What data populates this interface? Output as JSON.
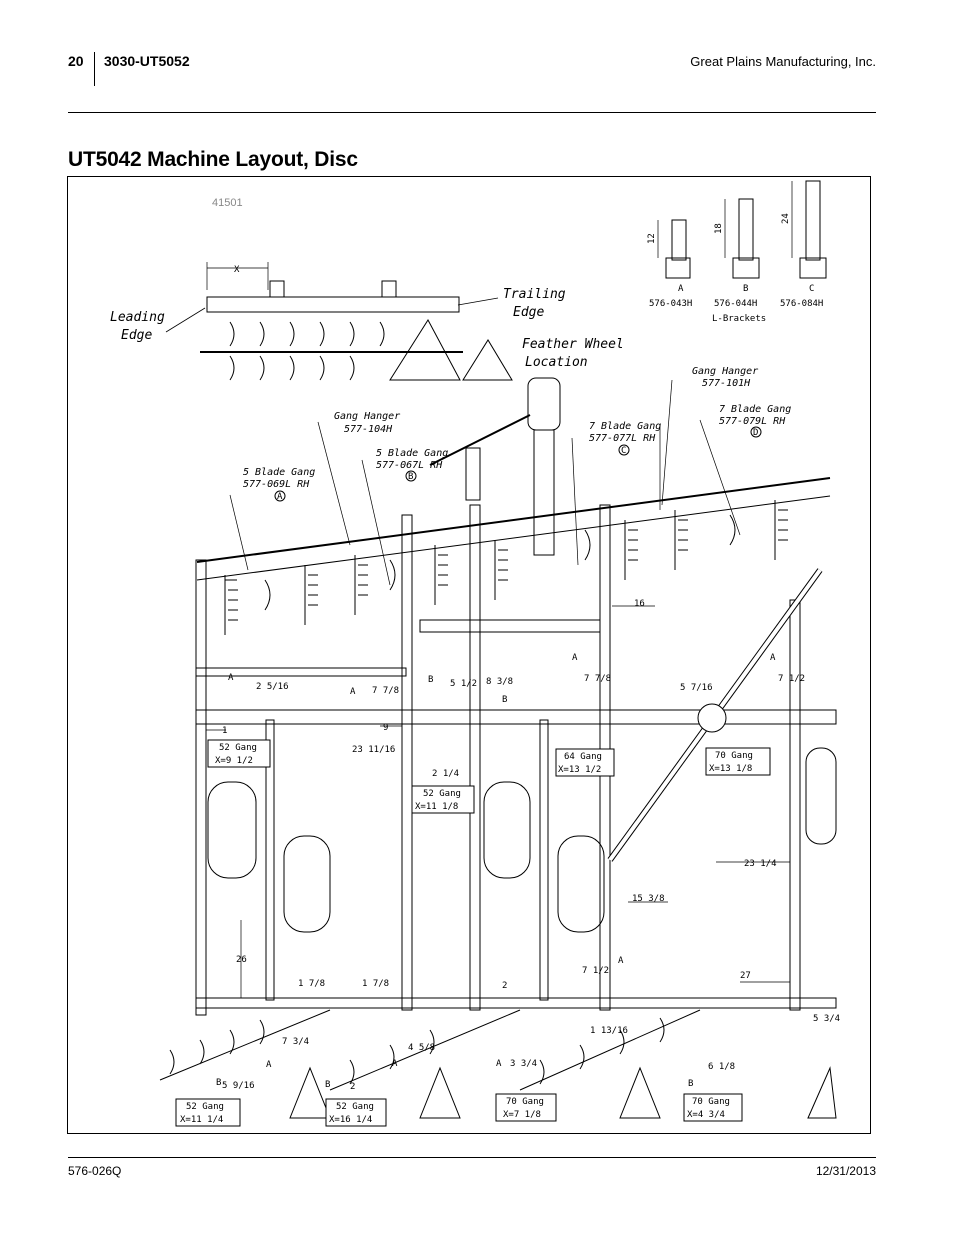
{
  "header": {
    "page_number": "20",
    "doc_id": "3030-UT5052",
    "company": "Great Plains Manufacturing, Inc."
  },
  "title": "UT5042 Machine Layout, Disc",
  "figure": {
    "figure_number": "41501",
    "brackets": [
      {
        "letter": "A",
        "part": "576-043H",
        "dim": "12"
      },
      {
        "letter": "B",
        "part": "576-044H",
        "dim": "18"
      },
      {
        "letter": "C",
        "part": "576-084H",
        "dim": "24"
      }
    ],
    "brackets_caption": "L-Brackets",
    "leading_edge": [
      "Leading",
      "Edge"
    ],
    "trailing_edge": [
      "Trailing",
      "Edge"
    ],
    "feather_wheel": [
      "Feather Wheel",
      "Location"
    ],
    "x_label": "X",
    "callouts": [
      {
        "line1": "Gang Hanger",
        "line2": "577-104H",
        "marker": ""
      },
      {
        "line1": "5 Blade Gang",
        "line2": "577-067L RH",
        "marker": "B"
      },
      {
        "line1": "5 Blade Gang",
        "line2": "577-069L RH",
        "marker": "A"
      },
      {
        "line1": "7 Blade Gang",
        "line2": "577-077L RH",
        "marker": "C"
      },
      {
        "line1": "Gang Hanger",
        "line2": "577-101H",
        "marker": ""
      },
      {
        "line1": "7 Blade Gang",
        "line2": "577-079L RH",
        "marker": "D"
      }
    ],
    "gang_boxes": [
      {
        "line1": "52 Gang",
        "line2": "X=9 1/2"
      },
      {
        "line1": "52 Gang",
        "line2": "X=11 1/8"
      },
      {
        "line1": "64 Gang",
        "line2": "X=13 1/2"
      },
      {
        "line1": "70 Gang",
        "line2": "X=13 1/8"
      },
      {
        "line1": "52 Gang",
        "line2": "X=11 1/4"
      },
      {
        "line1": "52 Gang",
        "line2": "X=16 1/4"
      },
      {
        "line1": "70 Gang",
        "line2": "X=7 1/8"
      },
      {
        "line1": "70 Gang",
        "line2": "X=4 3/4"
      }
    ],
    "dimensions": [
      "16",
      "1",
      "9",
      "23 11/16",
      "2 1/4",
      "5 1/2",
      "8 3/8",
      "7 7/8",
      "5 7/16",
      "7 1/2",
      "2 5/16",
      "7 7/8",
      "23 1/4",
      "15 3/8",
      "26",
      "1 7/8",
      "1 7/8",
      "2",
      "27",
      "7 1/2",
      "1 13/16",
      "7 3/4",
      "4 5/8",
      "5 9/16",
      "2",
      "6 1/8",
      "3 3/4",
      "5 3/4"
    ],
    "point_labels": [
      "A",
      "A",
      "B",
      "A",
      "A",
      "B",
      "A",
      "A",
      "B",
      "B",
      "A",
      "A",
      "B"
    ]
  },
  "footer": {
    "doc_number": "576-026Q",
    "date": "12/31/2013"
  }
}
